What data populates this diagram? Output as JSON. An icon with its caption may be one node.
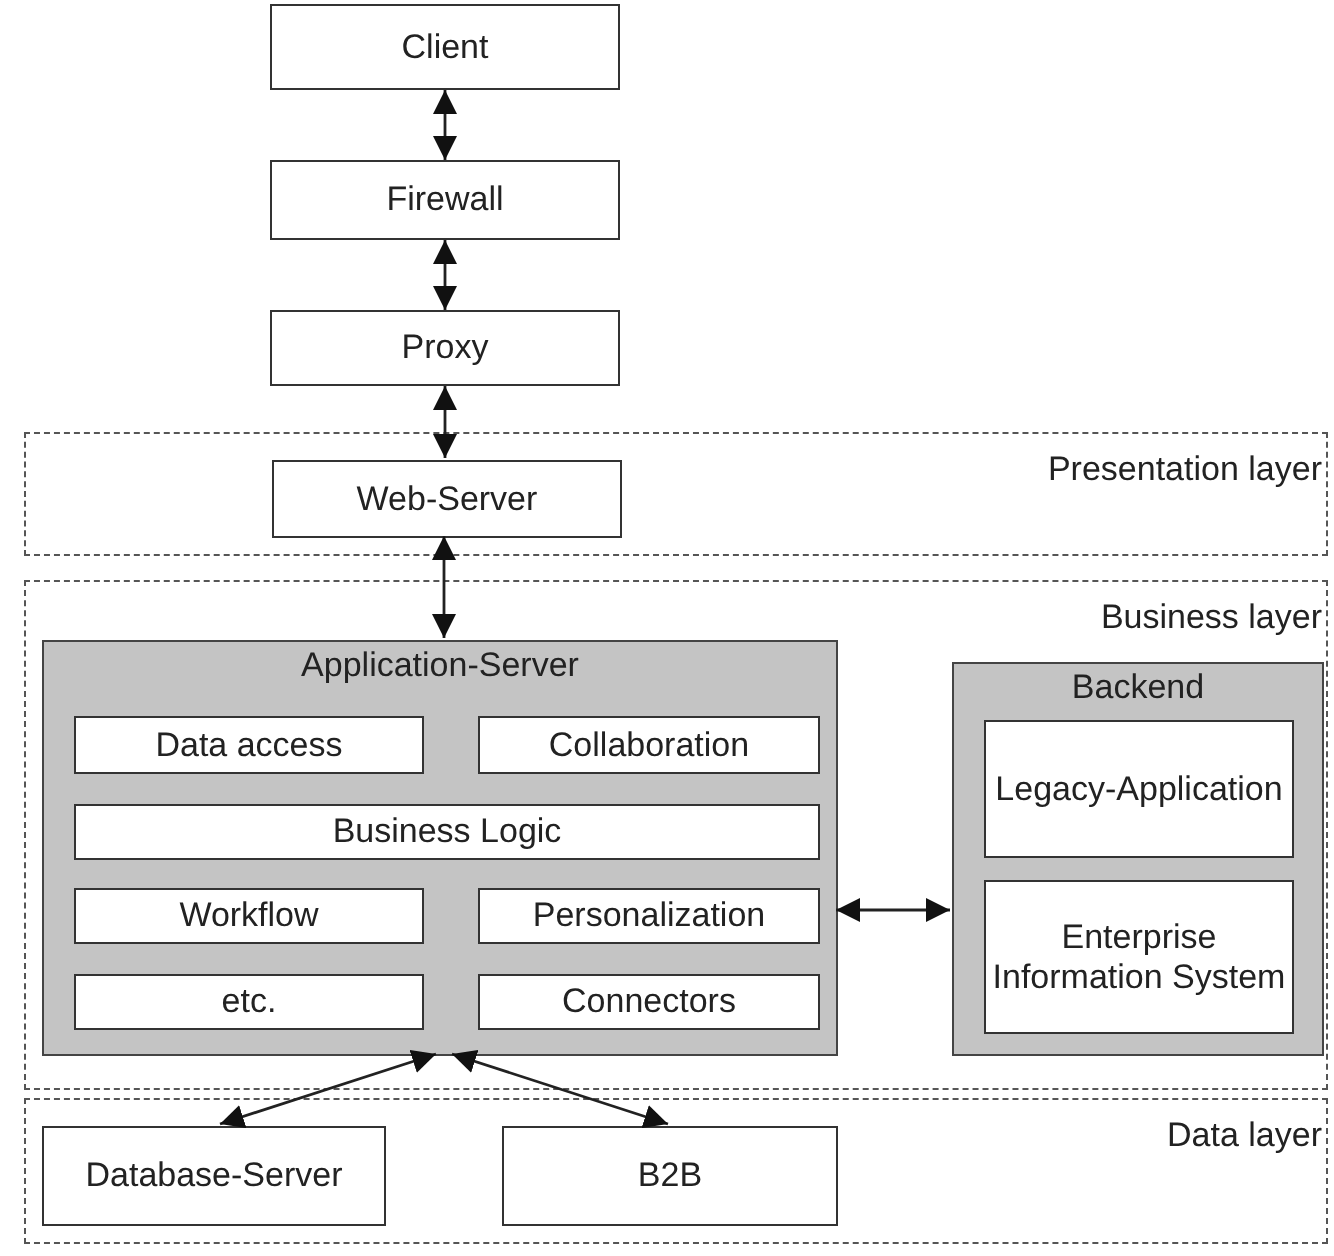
{
  "diagram": {
    "nodes": [
      {
        "text": [
          "Client"
        ]
      },
      {
        "text": [
          "Firewall"
        ]
      },
      {
        "text": [
          "Proxy"
        ]
      },
      {
        "text": [
          "Presentation layer"
        ]
      },
      {
        "text": [
          "Web-Server"
        ],
        "in": 3
      },
      {
        "text": [
          "Business layer"
        ]
      },
      {
        "text": [
          "Application-Server"
        ],
        "in": 5
      },
      {
        "text": [
          "Data access"
        ],
        "in": 6
      },
      {
        "text": [
          "Collaboration"
        ],
        "in": 6
      },
      {
        "text": [
          "Business Logic"
        ],
        "in": 6
      },
      {
        "text": [
          "Workflow"
        ],
        "in": 6
      },
      {
        "text": [
          "Personalization"
        ],
        "in": 6
      },
      {
        "text": [
          "etc."
        ],
        "in": 6
      },
      {
        "text": [
          "Connectors"
        ],
        "in": 6
      },
      {
        "text": [
          "Backend"
        ],
        "in": 5
      },
      {
        "text": [
          "Legacy-Application"
        ],
        "in": 14
      },
      {
        "text": [
          "Enterprise Information System"
        ],
        "in": 14
      },
      {
        "text": [
          "Data layer"
        ]
      },
      {
        "text": [
          "Database-Server"
        ],
        "in": 17
      },
      {
        "text": [
          "B2B"
        ],
        "in": 17
      }
    ],
    "edges": [
      {
        "from": 0,
        "to": 1,
        "arrow": "both"
      },
      {
        "from": 1,
        "to": 2,
        "arrow": "both"
      },
      {
        "from": 2,
        "to": 4,
        "arrow": "both"
      },
      {
        "from": 4,
        "to": 6,
        "arrow": "both"
      },
      {
        "from": 6,
        "to": 14,
        "arrow": "both"
      },
      {
        "from": 6,
        "to": 18,
        "arrow": "both"
      },
      {
        "from": 6,
        "to": 19,
        "arrow": "both"
      }
    ]
  }
}
